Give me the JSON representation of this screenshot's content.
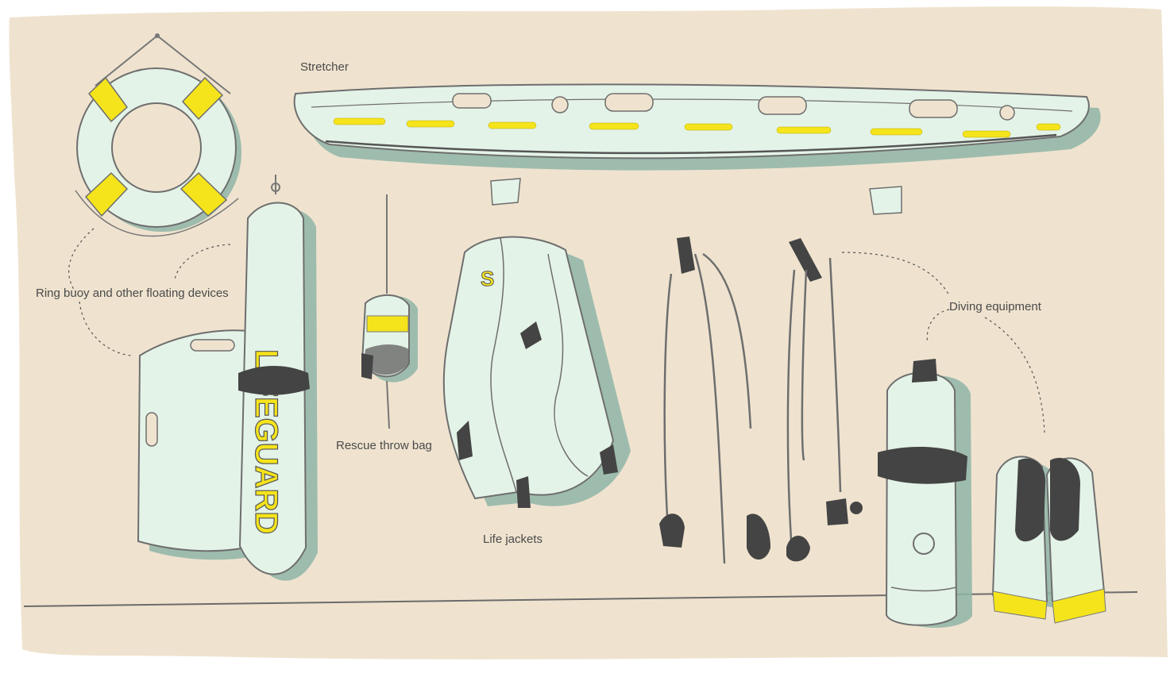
{
  "labels": {
    "stretcher": "Stretcher",
    "ring_buoy": "Ring buoy and other floating devices",
    "throw_bag": "Rescue throw bag",
    "life_jackets": "Life jackets",
    "diving": "Diving equipment"
  },
  "tube_text": "LIFEGUARD",
  "colors": {
    "background": "#efe3cf",
    "equipment": "#e4f3e7",
    "shadow": "#8fb5a7",
    "accent": "#f5e41b",
    "outline": "#6e6e6e",
    "dark": "#444444"
  }
}
